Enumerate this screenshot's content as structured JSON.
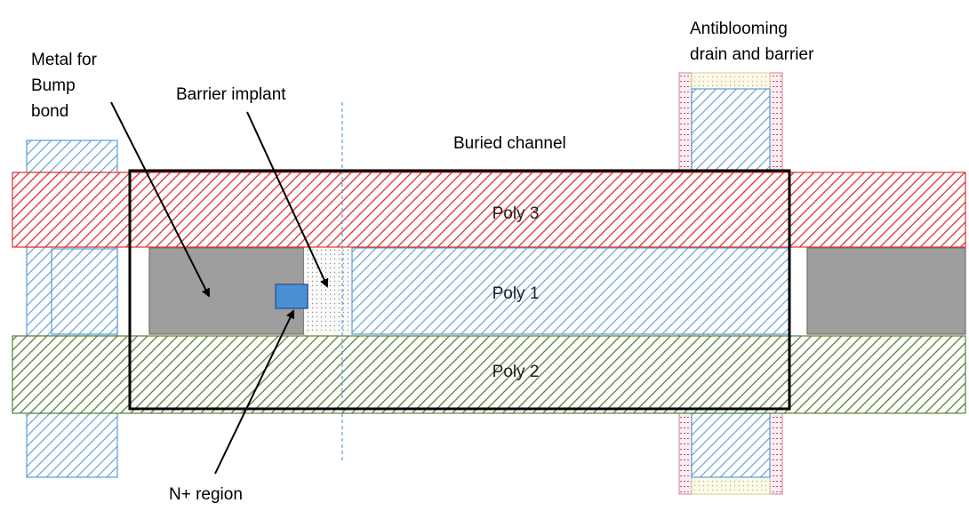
{
  "colors": {
    "poly1": "#5b9bd5",
    "poly2": "#548235",
    "poly3": "#e03030",
    "metal": "#9e9e9e",
    "n_plus": "#4a8fd4",
    "implant_dots": "#8a8a8a",
    "drain_dots": "#c0506a",
    "outline": "#000000"
  },
  "layers": {
    "poly1": "Poly 1",
    "poly2": "Poly 2",
    "poly3": "Poly 3"
  },
  "annotations": {
    "metal_bump": [
      "Metal for",
      "Bump",
      "bond"
    ],
    "barrier_implant": "Barrier implant",
    "buried_channel": "Buried channel",
    "antiblooming": [
      "Antiblooming",
      "drain and barrier"
    ],
    "n_plus": "N+ region"
  }
}
